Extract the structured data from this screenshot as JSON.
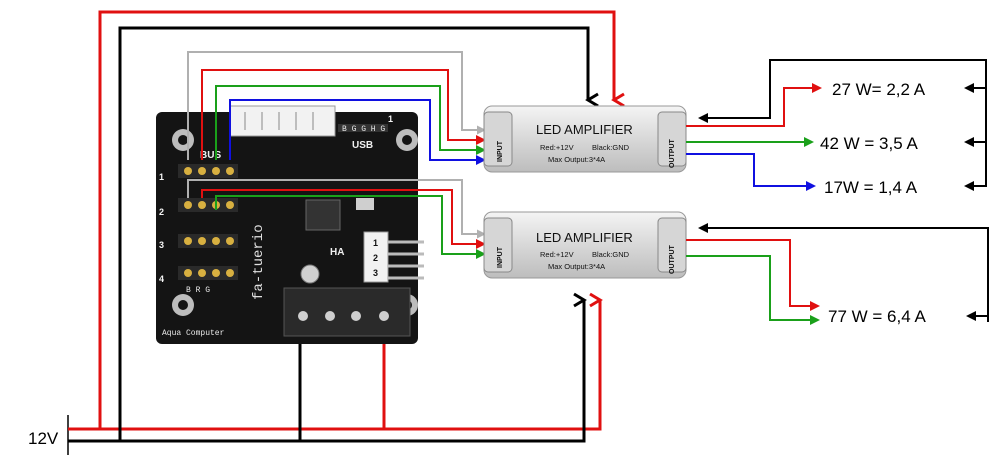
{
  "supply": {
    "label": "12V"
  },
  "amplifiers": [
    {
      "title": "LED AMPLIFIER",
      "spec_line1_a": "Red:+12V",
      "spec_line1_b": "Black:GND",
      "spec_line2": "Max Output:3*4A",
      "input_label": "INPUT",
      "output_label": "OUTPUT"
    },
    {
      "title": "LED AMPLIFIER",
      "spec_line1_a": "Red:+12V",
      "spec_line1_b": "Black:GND",
      "spec_line2": "Max Output:3*4A",
      "input_label": "INPUT",
      "output_label": "OUTPUT"
    }
  ],
  "outputs": [
    {
      "label": "27 W= 2,2 A",
      "wire_color": "#e01010"
    },
    {
      "label": "42 W = 3,5 A",
      "wire_color": "#1aa01a"
    },
    {
      "label": "17W = 1,4 A",
      "wire_color": "#1010e0"
    },
    {
      "label": "77 W = 6,4 A",
      "wire_color": "#e01010"
    }
  ],
  "controller": {
    "brand": "Aqua Computer",
    "bus_label": "BUS",
    "usb_label": "USB",
    "usb_pins": "B G G H G",
    "channel_numbers": [
      "1",
      "2",
      "3",
      "4"
    ],
    "pin_labels": "B R G",
    "logo_text": "fa-tuerio",
    "ha_label": "HA",
    "header_numbers": [
      "1",
      "2",
      "3"
    ],
    "top_pin": "1"
  }
}
